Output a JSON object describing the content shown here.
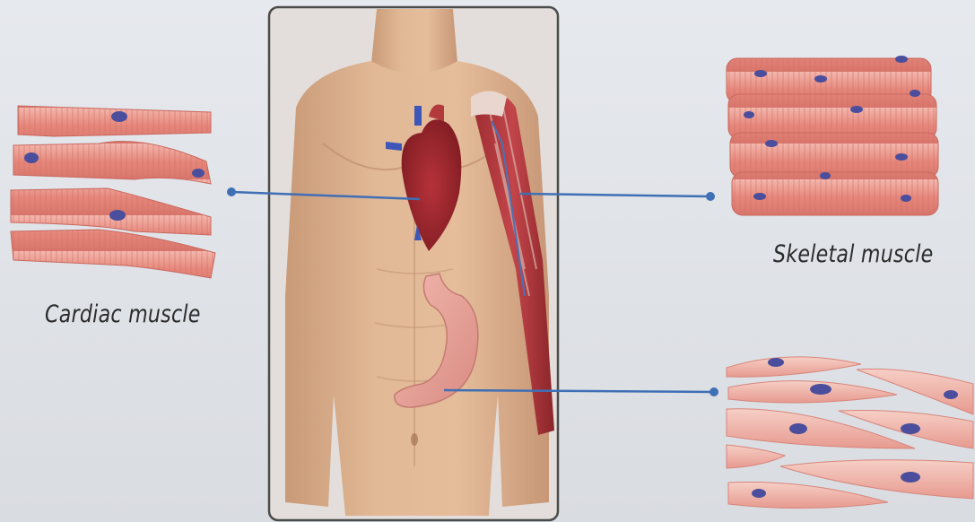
{
  "labels": {
    "cardiac": "Cardiac muscle",
    "skeletal": "Skeletal muscle"
  },
  "colors": {
    "connector_line": "#3f6fb5",
    "muscle_fiber": "#e58f84",
    "nucleus": "#4a4e9c",
    "skin": "#dcb18e"
  },
  "icons": [
    "human-torso-illustration",
    "heart-icon",
    "stomach-icon",
    "arm-muscle-icon"
  ]
}
